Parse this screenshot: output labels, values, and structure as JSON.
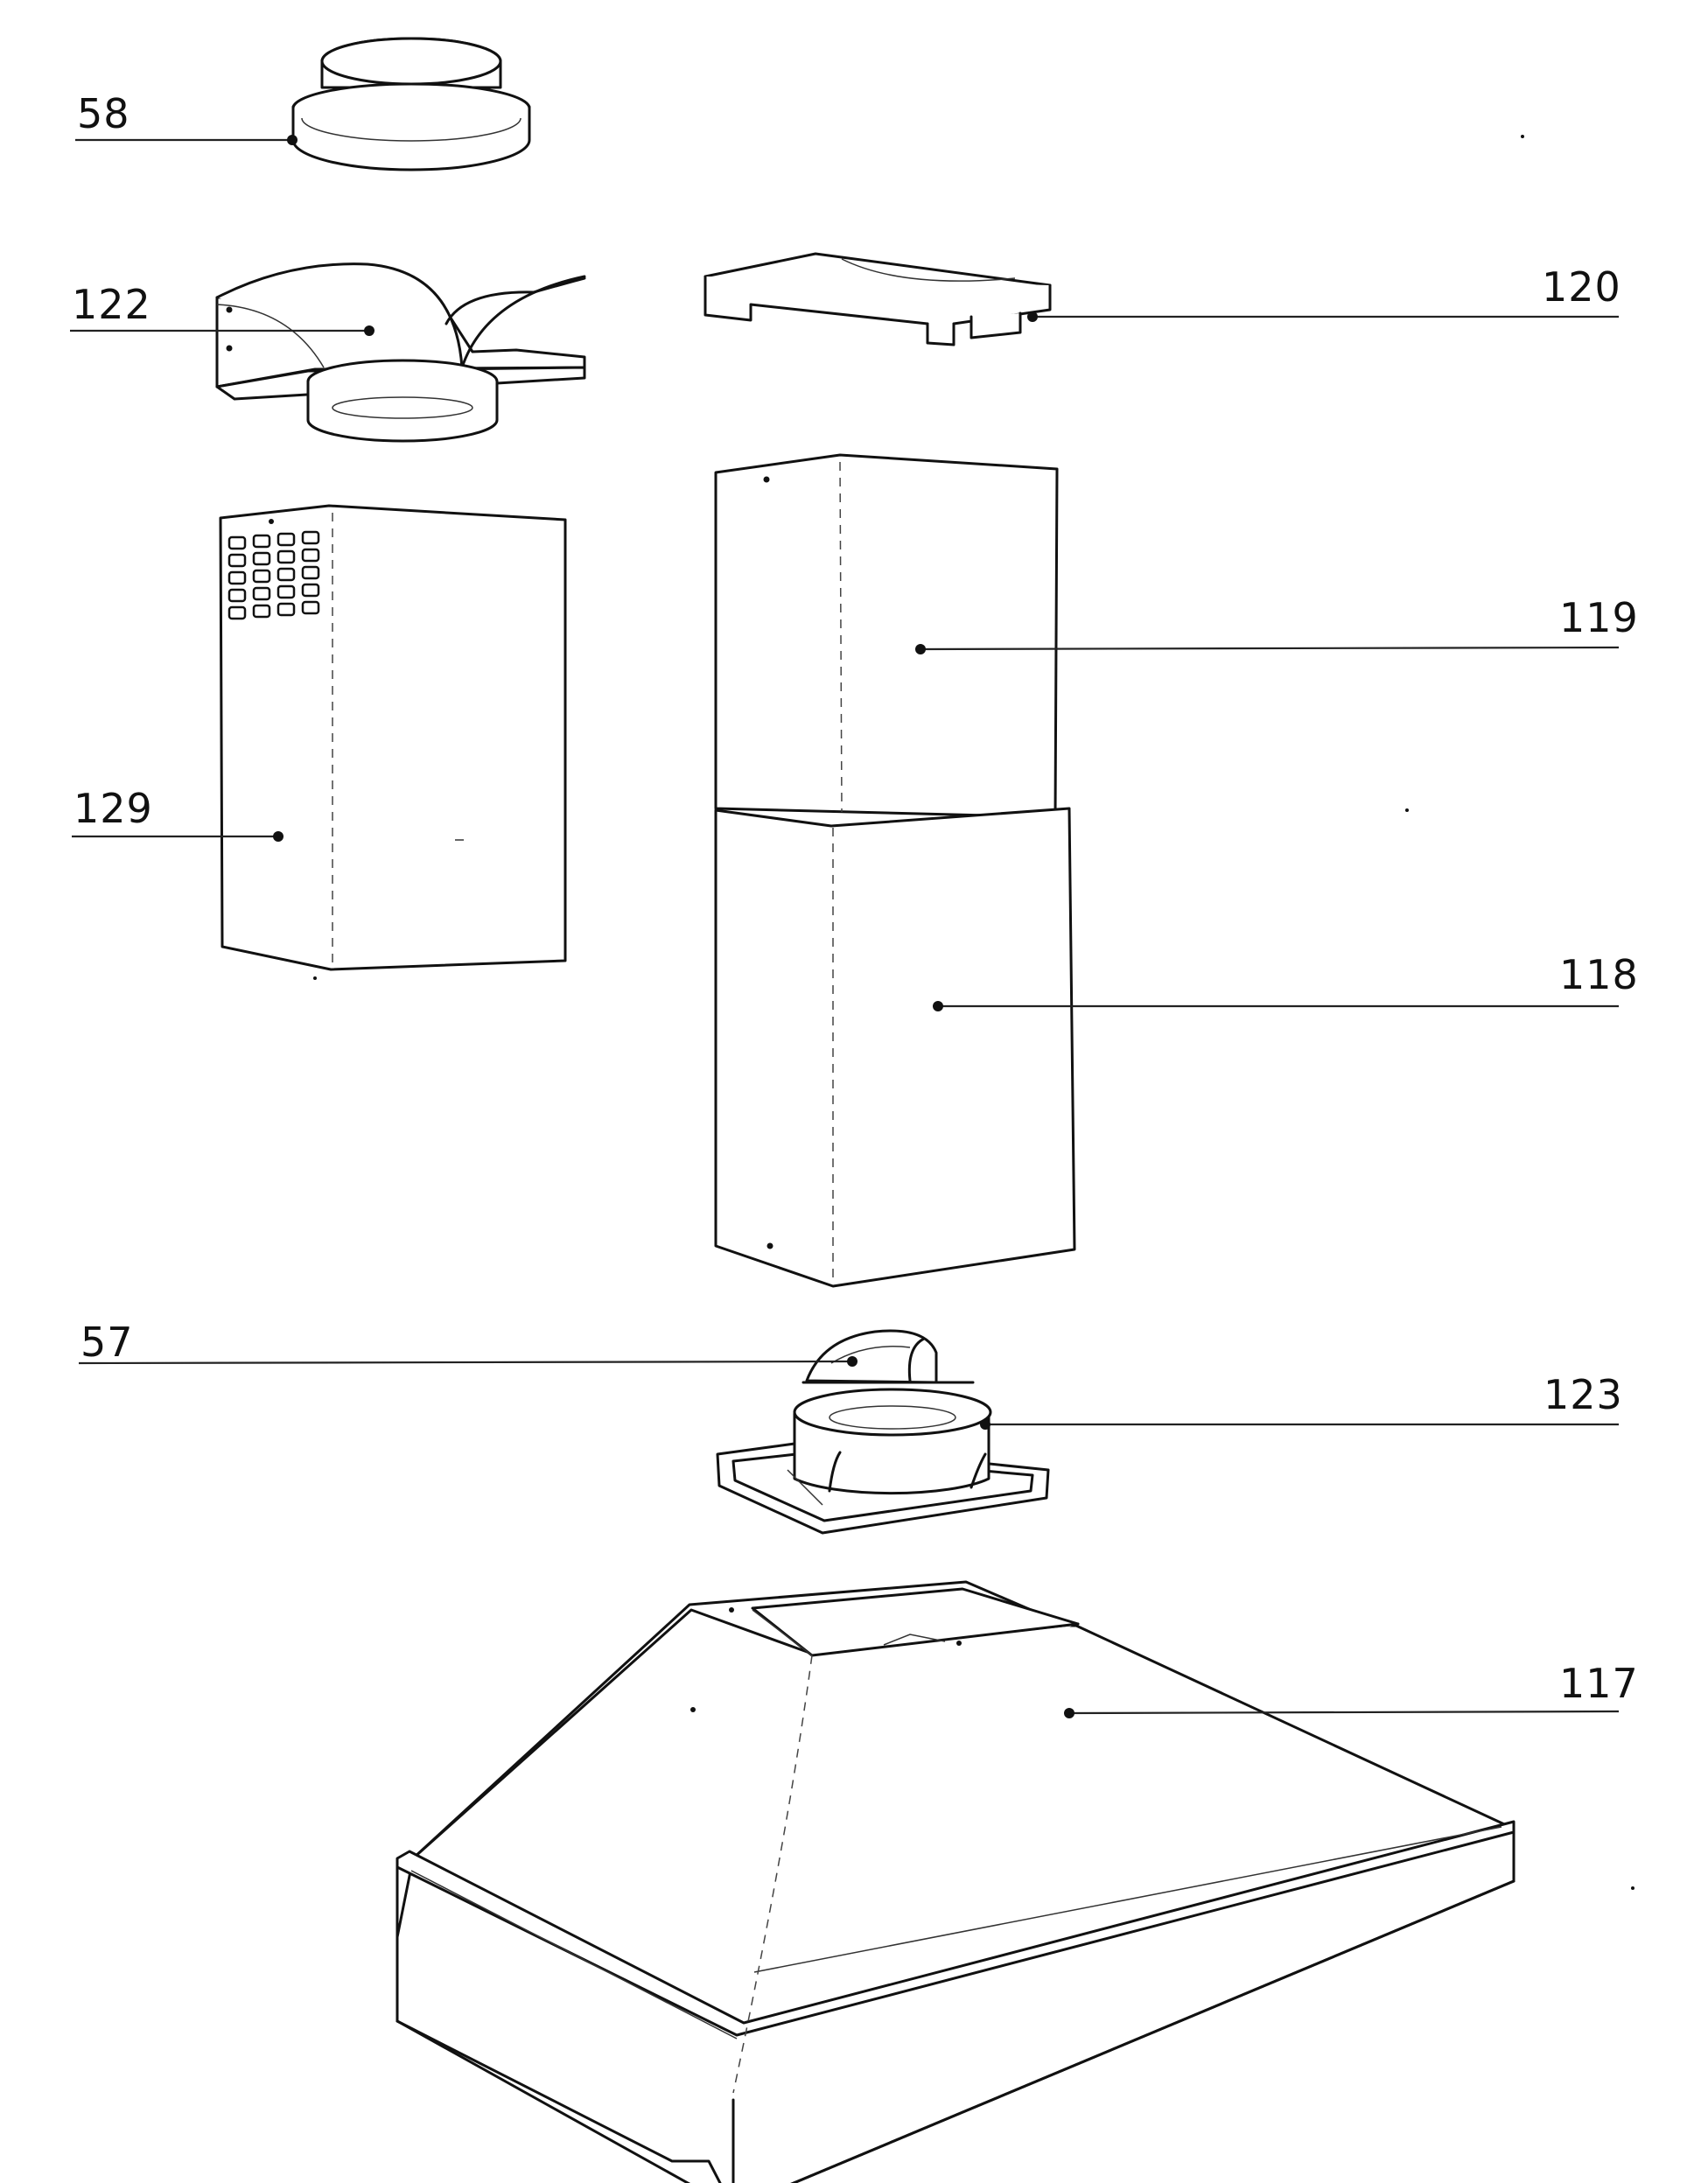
{
  "parts": [
    {
      "id": "58",
      "label": "58"
    },
    {
      "id": "122",
      "label": "122"
    },
    {
      "id": "120",
      "label": "120"
    },
    {
      "id": "119",
      "label": "119"
    },
    {
      "id": "129",
      "label": "129"
    },
    {
      "id": "118",
      "label": "118"
    },
    {
      "id": "57",
      "label": "57"
    },
    {
      "id": "123",
      "label": "123"
    },
    {
      "id": "117",
      "label": "117"
    }
  ]
}
